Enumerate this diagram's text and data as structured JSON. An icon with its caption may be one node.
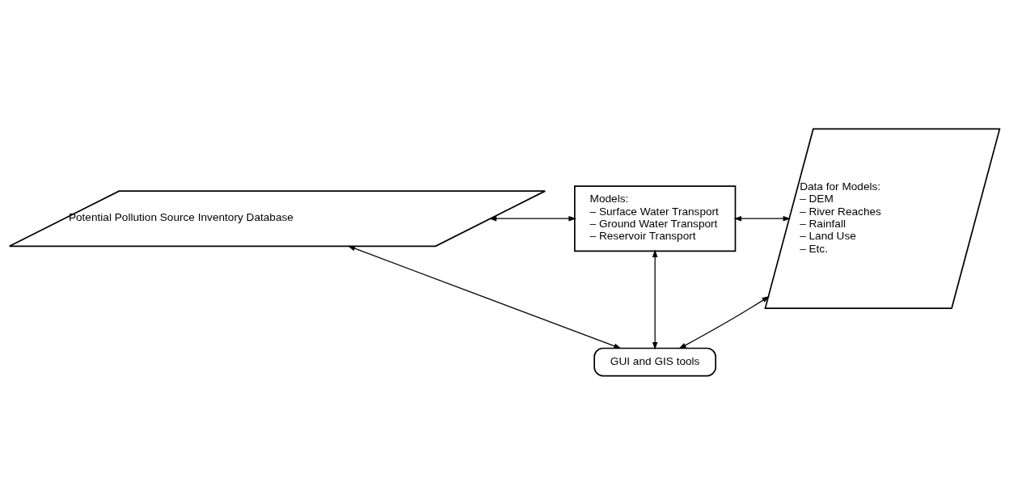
{
  "diagram": {
    "nodes": [
      {
        "text": [
          "Potential Pollution Source Inventory Database"
        ]
      },
      {
        "text": [
          "Models:",
          "– Surface Water Transport",
          "– Ground Water Transport",
          "– Reservoir Transport"
        ]
      },
      {
        "text": [
          "Data for Models:",
          "– DEM",
          "– River Reaches",
          "– Rainfall",
          "– Land Use",
          "– Etc."
        ]
      },
      {
        "text": [
          "GUI and GIS tools"
        ]
      }
    ],
    "edges": [
      {
        "from": 0,
        "to": 1,
        "arrow": "both"
      },
      {
        "from": 1,
        "to": 2,
        "arrow": "both"
      },
      {
        "from": 0,
        "to": 3,
        "arrow": "both"
      },
      {
        "from": 1,
        "to": 3,
        "arrow": "both"
      },
      {
        "from": 2,
        "to": 3,
        "arrow": "both"
      }
    ]
  }
}
